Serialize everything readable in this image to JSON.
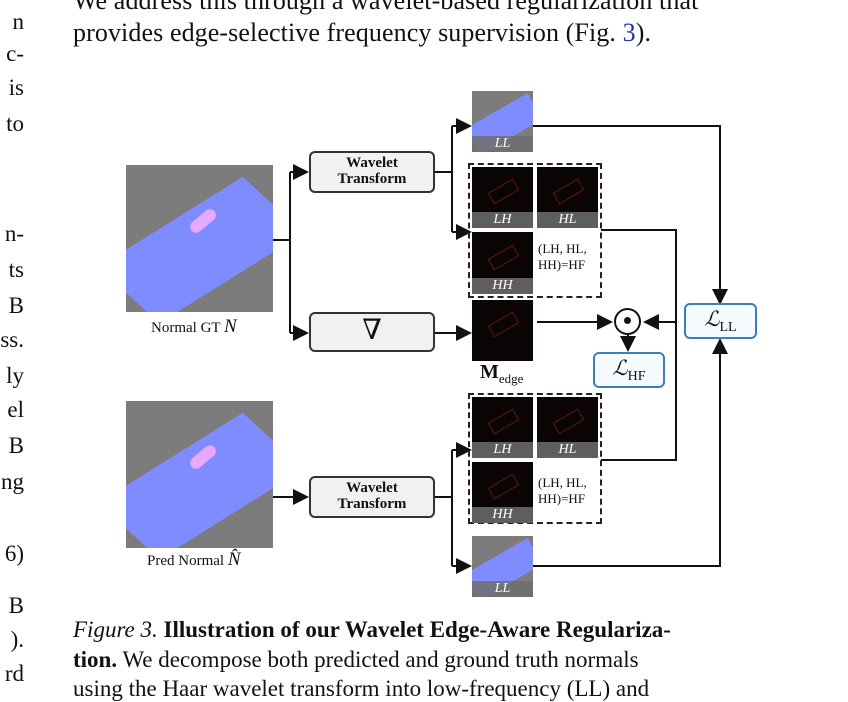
{
  "left_margin": [
    "n",
    "c-",
    "is",
    "to",
    "n-",
    "ts",
    "B",
    "ss.",
    "ly",
    "el",
    "B",
    "ng",
    "6)",
    "B",
    ").",
    "rd"
  ],
  "body_text": {
    "line1": "We address this through a wavelet-based regularization that",
    "line2_prefix": "provides edge-selective frequency supervision (Fig. ",
    "line2_ref": "3",
    "line2_suffix": ")."
  },
  "figure": {
    "wavelet_label": "Wavelet Transform",
    "gradient_symbol": "∇",
    "normal_gt_label": "Normal GT",
    "normal_gt_symbol": "N",
    "pred_normal_label": "Pred Normal",
    "pred_normal_symbol": "N̂",
    "ll_label": "LL",
    "lh_label": "LH",
    "hl_label": "HL",
    "hh_label": "HH",
    "hf_note_line1": "(LH,  HL,",
    "hf_note_line2": "HH)=HF",
    "medge_main": "M",
    "medge_sub": "edge",
    "odot_symbol": "⊙",
    "loss_hf_main": "ℒ",
    "loss_hf_sub": "HF",
    "loss_ll_main": "ℒ",
    "loss_ll_sub": "LL"
  },
  "caption": {
    "figure_label": "Figure 3.",
    "bold_title": "Illustration of our Wavelet Edge-Aware Regulariza-",
    "bold_title_cont": "tion.",
    "line2_rest": "We decompose both predicted and ground truth normals",
    "line3": "using the Haar wavelet transform into low-frequency (LL) and"
  },
  "colors": {
    "normal_blue": "#7f8cff",
    "loss_border": "#3a7fb8",
    "ref_link": "#2233aa"
  }
}
